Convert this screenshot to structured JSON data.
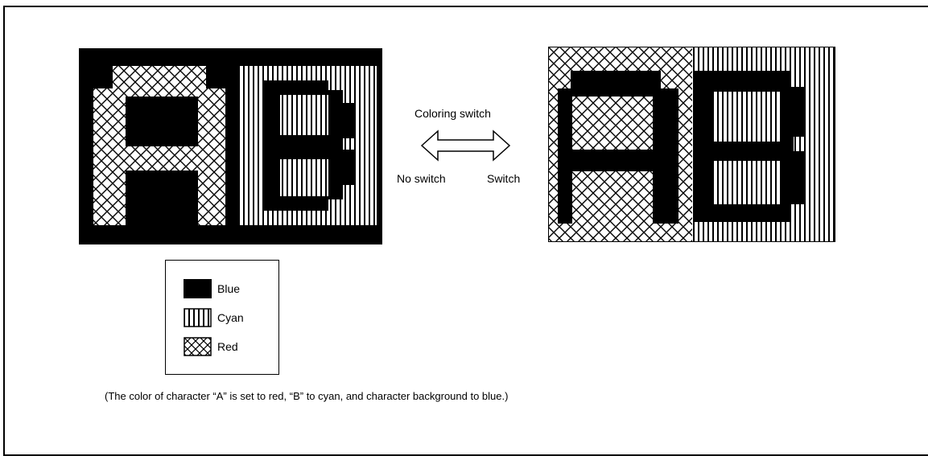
{
  "switch": {
    "title": "Coloring switch",
    "no_switch": "No switch",
    "switch": "Switch"
  },
  "legend": {
    "items": [
      {
        "label": "Blue",
        "pattern": "solid"
      },
      {
        "label": "Cyan",
        "pattern": "vertical-stripes"
      },
      {
        "label": "Red",
        "pattern": "cross-hatch"
      }
    ]
  },
  "caption": "(The color of character “A” is set to red, “B” to cyan, and character background to blue.)",
  "colors": {
    "ink": "#000000",
    "paper": "#ffffff"
  }
}
